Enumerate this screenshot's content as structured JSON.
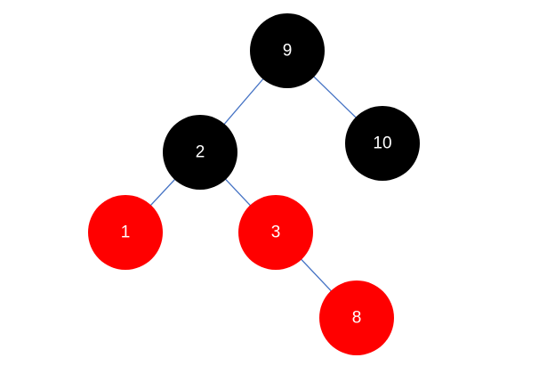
{
  "tree": {
    "colors": {
      "black": "#000000",
      "red": "#ff0000",
      "label": "#ffffff",
      "edge": "#4472c4"
    },
    "nodes": [
      {
        "id": "n9",
        "key": "9",
        "color": "black"
      },
      {
        "id": "n2",
        "key": "2",
        "color": "black"
      },
      {
        "id": "n10",
        "key": "10",
        "color": "black"
      },
      {
        "id": "n1",
        "key": "1",
        "color": "red"
      },
      {
        "id": "n3",
        "key": "3",
        "color": "red"
      },
      {
        "id": "n8",
        "key": "8",
        "color": "red"
      }
    ],
    "edges": [
      {
        "from": "n9",
        "to": "n2"
      },
      {
        "from": "n9",
        "to": "n10"
      },
      {
        "from": "n2",
        "to": "n1"
      },
      {
        "from": "n2",
        "to": "n3"
      },
      {
        "from": "n3",
        "to": "n8"
      }
    ]
  }
}
